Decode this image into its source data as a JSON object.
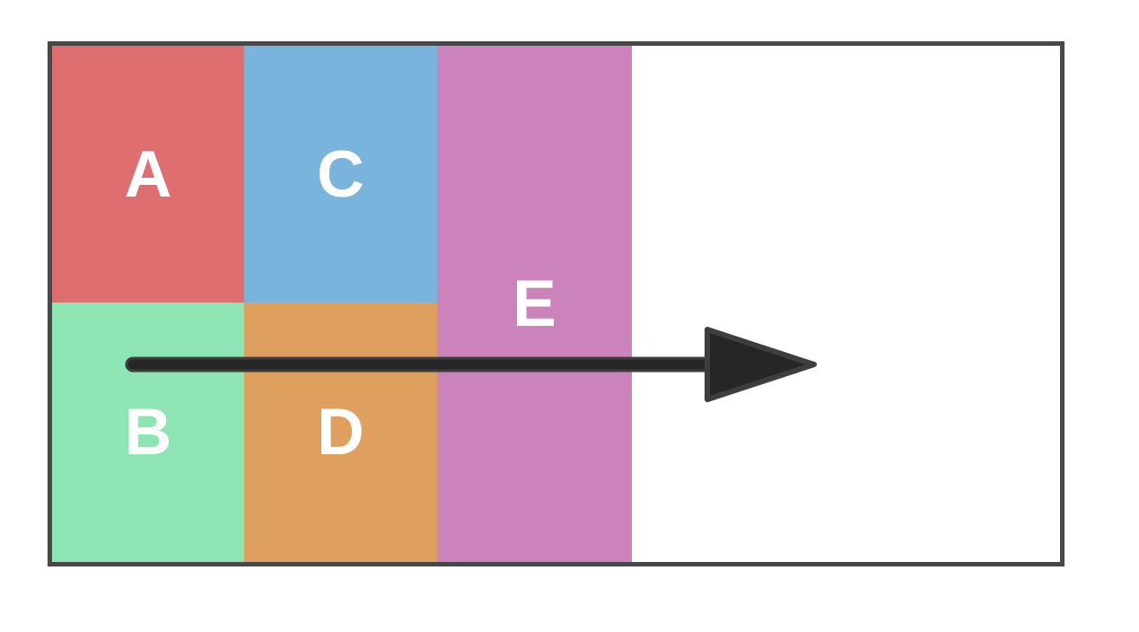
{
  "figure": {
    "background_color": "#ffffff",
    "frame_border_color": "#484848",
    "label_text_color": "#ffffff",
    "regions": {
      "a": {
        "label": "A",
        "color": "#de6e70"
      },
      "b": {
        "label": "B",
        "color": "#8de5b4"
      },
      "c": {
        "label": "C",
        "color": "#79b4dd"
      },
      "d": {
        "label": "D",
        "color": "#dfa05f"
      },
      "e": {
        "label": "E",
        "color": "#cc82ba"
      }
    },
    "arrow": {
      "fill": "#262626",
      "outline": "#3e3e3e",
      "direction": "right"
    }
  }
}
